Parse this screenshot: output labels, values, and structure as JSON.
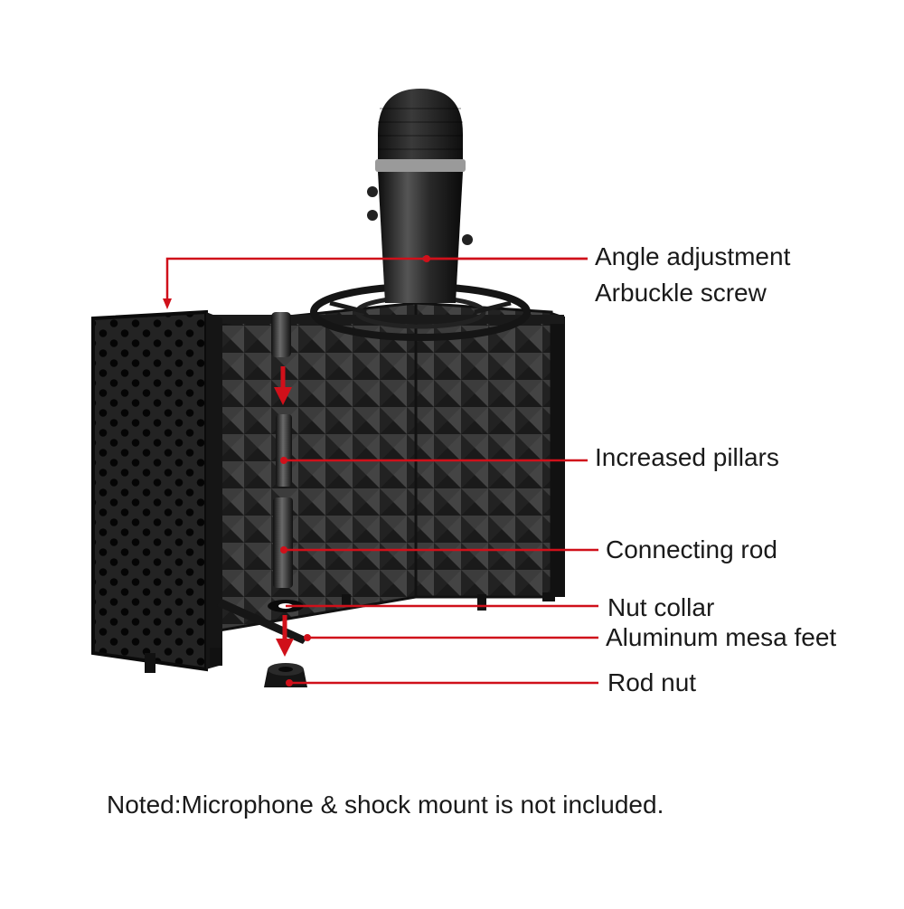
{
  "labels": {
    "angle_adjustment": "Angle adjustment",
    "arbuckle_screw": "Arbuckle screw",
    "increased_pillars": "Increased pillars",
    "connecting_rod": "Connecting rod",
    "nut_collar": "Nut collar",
    "aluminum_mesa_feet": "Aluminum mesa feet",
    "rod_nut": "Rod nut"
  },
  "note": "Noted:Microphone & shock mount is not included.",
  "colors": {
    "callout_line": "#d0101a",
    "foam": "#2b2b2b",
    "panel": "#1e1e1e",
    "background": "#ffffff"
  }
}
